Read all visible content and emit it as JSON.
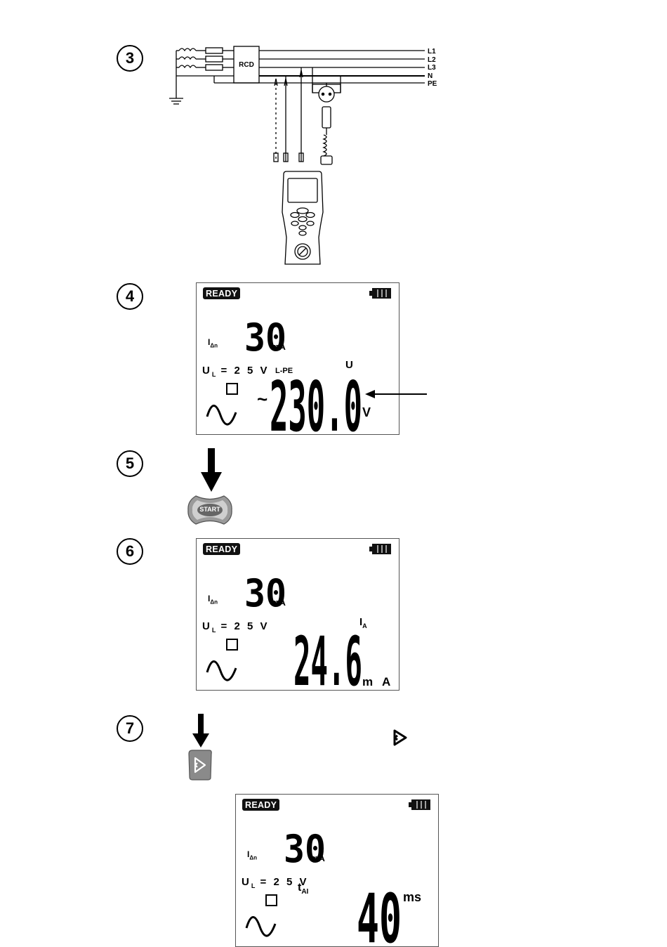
{
  "steps": [
    "3",
    "4",
    "5",
    "6",
    "7"
  ],
  "wiring": {
    "device_label": "RCD",
    "lines": [
      "L1",
      "L2",
      "L3",
      "N",
      "PE"
    ]
  },
  "start_button": {
    "label": "START"
  },
  "screens": [
    {
      "status": "READY",
      "idn_main": "I",
      "idn_sub": "Δn",
      "idn_value": "30",
      "idn_unit": "mA",
      "ul_main": "U",
      "ul_sub": "L",
      "ul_text": "= 2 5 V",
      "reading_label": "U",
      "reading_sublabel": "L-PE",
      "reading_prefix": "~",
      "reading_value": "230.0",
      "reading_unit": "V"
    },
    {
      "status": "READY",
      "idn_main": "I",
      "idn_sub": "Δn",
      "idn_value": "30",
      "idn_unit": "mA",
      "ul_main": "U",
      "ul_sub": "L",
      "ul_text": "= 2 5 V",
      "reading_label": "I",
      "reading_label_sub": "A",
      "reading_value": "24.6",
      "reading_unit_m": "m",
      "reading_unit": "A"
    },
    {
      "status": "READY",
      "idn_main": "I",
      "idn_sub": "Δn",
      "idn_value": "30",
      "idn_unit": "mA",
      "ul_main": "U",
      "ul_sub": "L",
      "ul_text": "= 2 5 V",
      "reading_label": "t",
      "reading_label_sub": "AI",
      "reading_value": "40",
      "reading_unit": "ms"
    }
  ]
}
